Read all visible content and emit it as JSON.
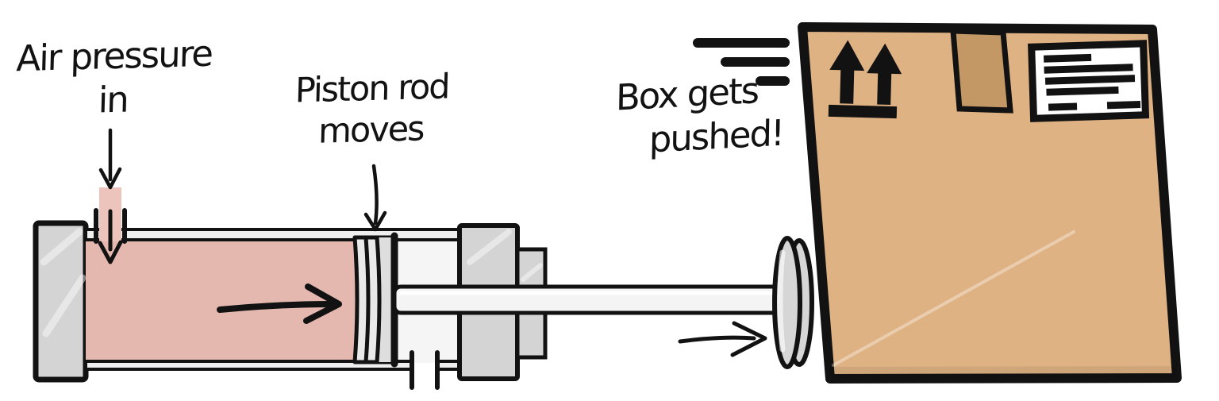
{
  "labels": {
    "air_pressure_in": {
      "line1": "Air pressure",
      "line2": "in"
    },
    "piston_rod_moves": {
      "line1": "Piston rod",
      "line2": "moves"
    },
    "box_gets_pushed": {
      "line1": "Box gets",
      "line2": "pushed!"
    }
  },
  "icons": {
    "inlet_flow": "down-arrow-icon",
    "chamber_push": "right-arrow-icon",
    "rod_motion": "right-arrow-icon",
    "speed_lines": "motion-speed-lines-icon",
    "this_way_up": "this-way-up-arrows-icon",
    "shipping_label": "shipping-label-icon"
  },
  "colors": {
    "outline": "#121212",
    "air_fill": "#e4b7af",
    "inlet_fill": "#edc4bc",
    "metal_gray": "#d4d4d4",
    "metal_gray_dark": "#cfcfcf",
    "rail_fill": "#efefef",
    "interior_fill": "#f5f5f5",
    "rod_fill": "#f4f4f4",
    "disc_fill": "#d6d6d6",
    "box_fill": "#dfb284",
    "tape_fill": "#c49865",
    "label_fill": "#ffffff",
    "background": "#ffffff"
  }
}
